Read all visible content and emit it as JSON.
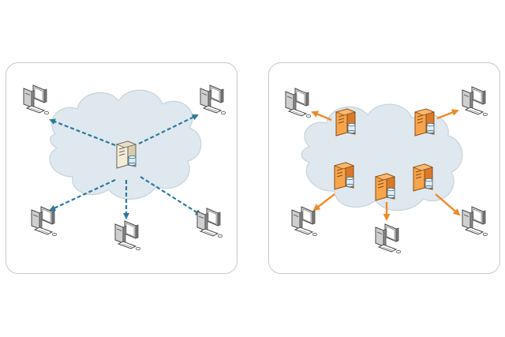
{
  "colors": {
    "background": "#ffffff",
    "panel_border": "#c9c9c9",
    "cloud_fill": "#dfe8ee",
    "cloud_stroke": "#c7d3dc",
    "left_arrow": "#2b7a9c",
    "right_arrow": "#ef8a2a",
    "server_beige": "#e7dcc4",
    "server_orange": "#f29a3a",
    "computer_gray": "#9a9a9a"
  },
  "diagrams": {
    "left": {
      "topology": "centralized",
      "hub": "server-icon",
      "clients": 5,
      "arrow_style": "dashed",
      "client_icon": "desktop-computer-icon"
    },
    "right": {
      "topology": "distributed",
      "servers": 5,
      "clients": 5,
      "arrow_style": "solid",
      "client_icon": "desktop-computer-icon"
    }
  }
}
